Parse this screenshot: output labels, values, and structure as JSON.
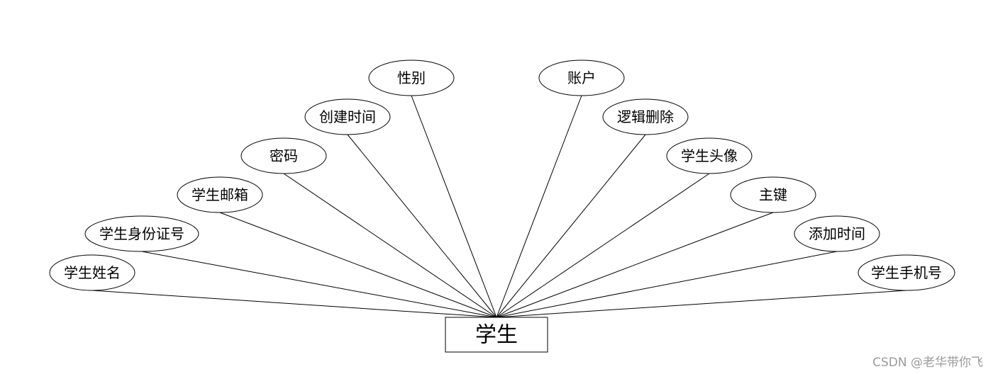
{
  "entity": {
    "name": "学生"
  },
  "attributes": [
    {
      "key": "name",
      "label": "学生姓名"
    },
    {
      "key": "id_card",
      "label": "学生身份证号"
    },
    {
      "key": "email",
      "label": "学生邮箱"
    },
    {
      "key": "password",
      "label": "密码"
    },
    {
      "key": "create_time",
      "label": "创建时间"
    },
    {
      "key": "gender",
      "label": "性别"
    },
    {
      "key": "account",
      "label": "账户"
    },
    {
      "key": "logic_delete",
      "label": "逻辑删除"
    },
    {
      "key": "avatar",
      "label": "学生头像"
    },
    {
      "key": "primary_key",
      "label": "主键"
    },
    {
      "key": "add_time",
      "label": "添加时间"
    },
    {
      "key": "phone",
      "label": "学生手机号"
    }
  ],
  "watermark": "CSDN @老华带你飞"
}
